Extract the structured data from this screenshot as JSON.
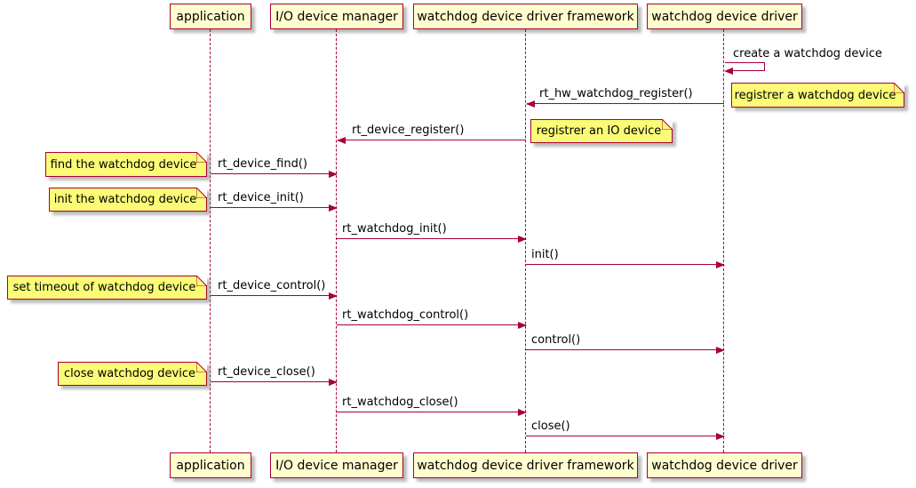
{
  "diagram": {
    "participants": [
      {
        "label": "application"
      },
      {
        "label": "I/O device manager"
      },
      {
        "label": "watchdog device driver framework"
      },
      {
        "label": "watchdog device driver"
      }
    ],
    "self_message": {
      "label": "create a watchdog device"
    },
    "messages": [
      {
        "label": "rt_hw_watchdog_register()",
        "from": "watchdog device driver",
        "to": "watchdog device driver framework"
      },
      {
        "label": "rt_device_register()",
        "from": "watchdog device driver framework",
        "to": "I/O device manager"
      },
      {
        "label": "rt_device_find()",
        "from": "application",
        "to": "I/O device manager"
      },
      {
        "label": "rt_device_init()",
        "from": "application",
        "to": "I/O device manager"
      },
      {
        "label": "rt_watchdog_init()",
        "from": "I/O device manager",
        "to": "watchdog device driver framework"
      },
      {
        "label": "init()",
        "from": "watchdog device driver framework",
        "to": "watchdog device driver"
      },
      {
        "label": "rt_device_control()",
        "from": "application",
        "to": "I/O device manager"
      },
      {
        "label": "rt_watchdog_control()",
        "from": "I/O device manager",
        "to": "watchdog device driver framework"
      },
      {
        "label": "control()",
        "from": "watchdog device driver framework",
        "to": "watchdog device driver"
      },
      {
        "label": "rt_device_close()",
        "from": "application",
        "to": "I/O device manager"
      },
      {
        "label": "rt_watchdog_close()",
        "from": "I/O device manager",
        "to": "watchdog device driver framework"
      },
      {
        "label": "close()",
        "from": "watchdog device driver framework",
        "to": "watchdog device driver"
      }
    ],
    "notes": [
      {
        "label": "registrer a watchdog device"
      },
      {
        "label": "registrer an IO device"
      },
      {
        "label": "find the watchdog device"
      },
      {
        "label": "init the watchdog device"
      },
      {
        "label": "set timeout of watchdog device"
      },
      {
        "label": "close watchdog device"
      }
    ]
  },
  "colors": {
    "border": "#A80036",
    "participant_fill": "#FEFECE",
    "note_fill": "#FBFB77",
    "text": "#000000",
    "background": "#FFFFFF"
  }
}
